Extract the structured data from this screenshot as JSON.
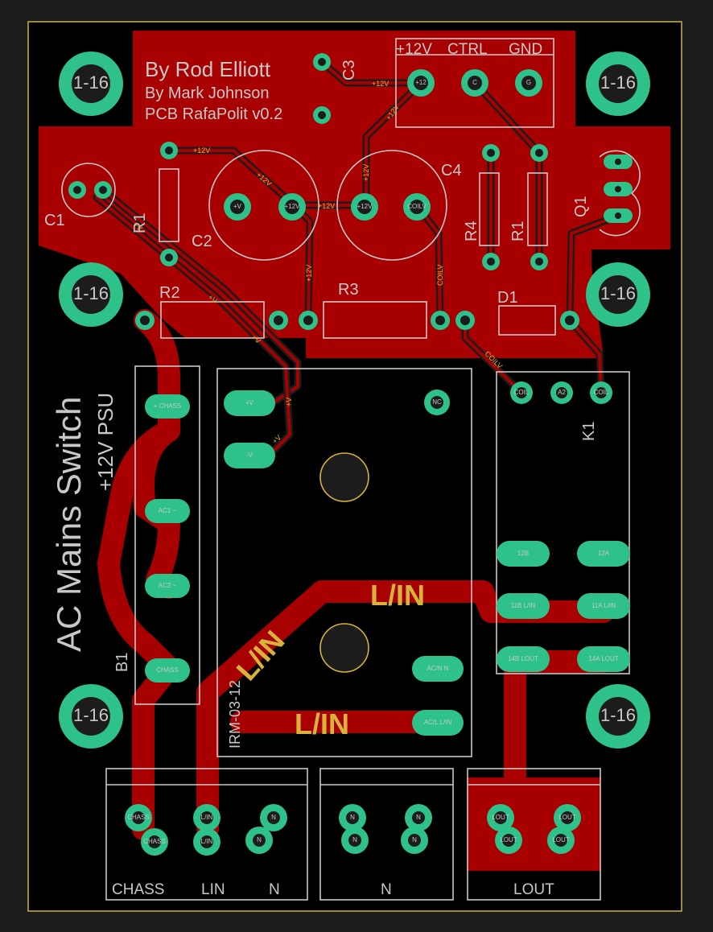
{
  "credits": {
    "line1": "By Rod Elliott",
    "line2": "By Mark Johnson",
    "line3": "PCB RafaPolit v0.2"
  },
  "board_title": {
    "main": "AC Mains Switch",
    "sub": "+12V PSU"
  },
  "mounting_hole_label": "1-16",
  "top_connector": {
    "labels": [
      "+12V",
      "CTRL",
      "GND"
    ],
    "pads": [
      "+12",
      "C",
      "G"
    ]
  },
  "components": {
    "c1": "C1",
    "c2": "C2",
    "c3": "C3",
    "c4": "C4",
    "r1": "R1",
    "r2": "R2",
    "r3": "R3",
    "r4": "R4",
    "r5": "R1",
    "d1": "D1",
    "q1": "Q1",
    "k1": "K1",
    "b1": "B1",
    "psu": "IRM-03-12"
  },
  "nets": {
    "v12": "+12V",
    "vplus": "+V",
    "coilv": "COILV",
    "lin_big": "L/IN"
  },
  "pads": {
    "c2_a": "+V",
    "c2_b": "+12V",
    "c4_a": "+12V",
    "c4_b": "COILV",
    "bridge": [
      "+ CHASS",
      "AC1 ~",
      "AC2 ~",
      "CHASS"
    ],
    "psu_dc": [
      "+V",
      "-V"
    ],
    "psu_nc": "NC",
    "psu_ac": [
      "AC/N N",
      "AC/L L/IN"
    ],
    "relay_top": [
      "COIL",
      "A2",
      "COIL"
    ],
    "relay": [
      "12B",
      "12A",
      "11B L/IN",
      "11A L/IN",
      "14B LOUT",
      "14A LOUT"
    ]
  },
  "terminals": {
    "left": [
      "CHASS",
      "LIN",
      "N"
    ],
    "mid": [
      "N"
    ],
    "right": [
      "LOUT"
    ],
    "left_pads": [
      "CHASS",
      "CHASS",
      "L/IN",
      "L/IN",
      "N",
      "N"
    ],
    "mid_pads": [
      "N",
      "N",
      "N",
      "N"
    ],
    "right_pads": [
      "LOUT",
      "LOUT",
      "LOUT",
      "LOUT"
    ]
  },
  "colors": {
    "copper": "#a80000",
    "pad": "#2ec28a",
    "silkscreen": "#c8c8c8",
    "net_label": "#d8b23a",
    "background": "#1c1c1c",
    "board_outline": "#c8b24a"
  }
}
